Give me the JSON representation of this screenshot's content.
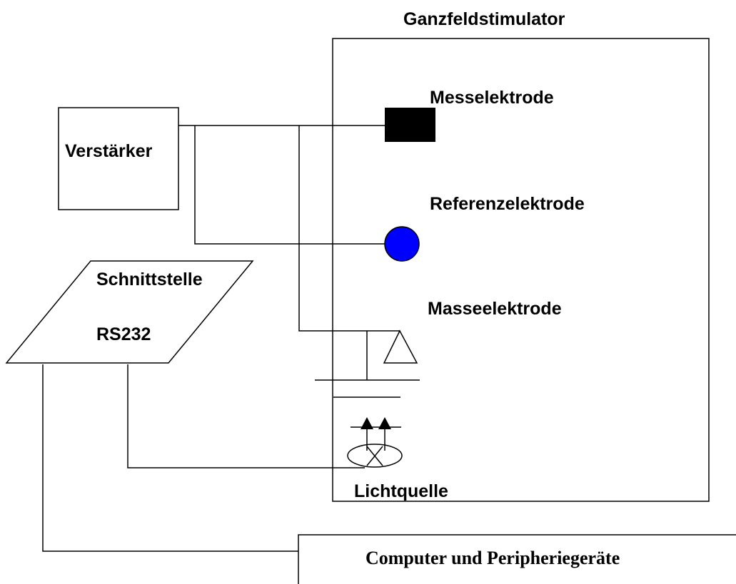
{
  "diagram": {
    "title": "Ganzfeldstimulator",
    "amplifier_label": "Verstärker",
    "interface_label_line1": "Schnittstelle",
    "interface_label_line2": "RS232",
    "measuring_electrode_label": "Messelektrode",
    "reference_electrode_label": "Referenzelektrode",
    "ground_electrode_label": "Masseelektrode",
    "light_source_label": "Lichtquelle",
    "computer_label": "Computer und Peripheriegeräte",
    "colors": {
      "measuring_electrode": "#000000",
      "reference_electrode": "#0000ff",
      "lines": "#000000",
      "background": "#ffffff"
    }
  }
}
